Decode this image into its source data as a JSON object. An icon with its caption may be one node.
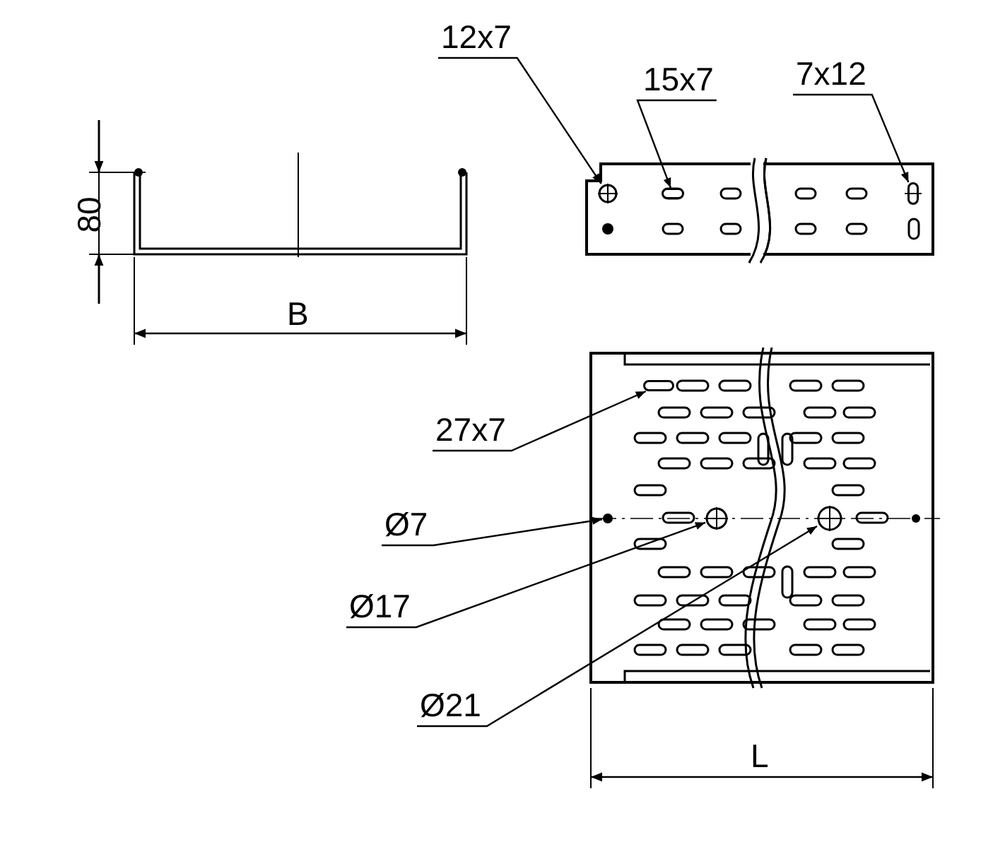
{
  "diagram": {
    "nodes": [
      {
        "text": [
          "12x7"
        ]
      },
      {
        "text": [],
        "shape": "circle"
      },
      {
        "text": [
          "15x7"
        ]
      },
      {
        "text": [],
        "shape": "slot"
      },
      {
        "text": [
          "7x12"
        ]
      },
      {
        "text": [],
        "shape": "slot"
      },
      {
        "text": [
          "27x7"
        ]
      },
      {
        "text": [],
        "shape": "slot"
      },
      {
        "text": [
          "Ø7"
        ]
      },
      {
        "text": [],
        "shape": "circle"
      },
      {
        "text": [
          "Ø17"
        ]
      },
      {
        "text": [],
        "shape": "circle"
      },
      {
        "text": [
          "Ø21"
        ]
      },
      {
        "text": [],
        "shape": "circle"
      }
    ],
    "edges": [
      {
        "from": 0,
        "to": 1,
        "arrow": "to"
      },
      {
        "from": 2,
        "to": 3,
        "arrow": "to"
      },
      {
        "from": 4,
        "to": 5,
        "arrow": "to"
      },
      {
        "from": 6,
        "to": 7,
        "arrow": "to"
      },
      {
        "from": 8,
        "to": 9,
        "arrow": "to"
      },
      {
        "from": 10,
        "to": 11,
        "arrow": "to"
      },
      {
        "from": 12,
        "to": 13,
        "arrow": "to"
      }
    ],
    "labels": [
      "80",
      "B",
      "L"
    ]
  }
}
